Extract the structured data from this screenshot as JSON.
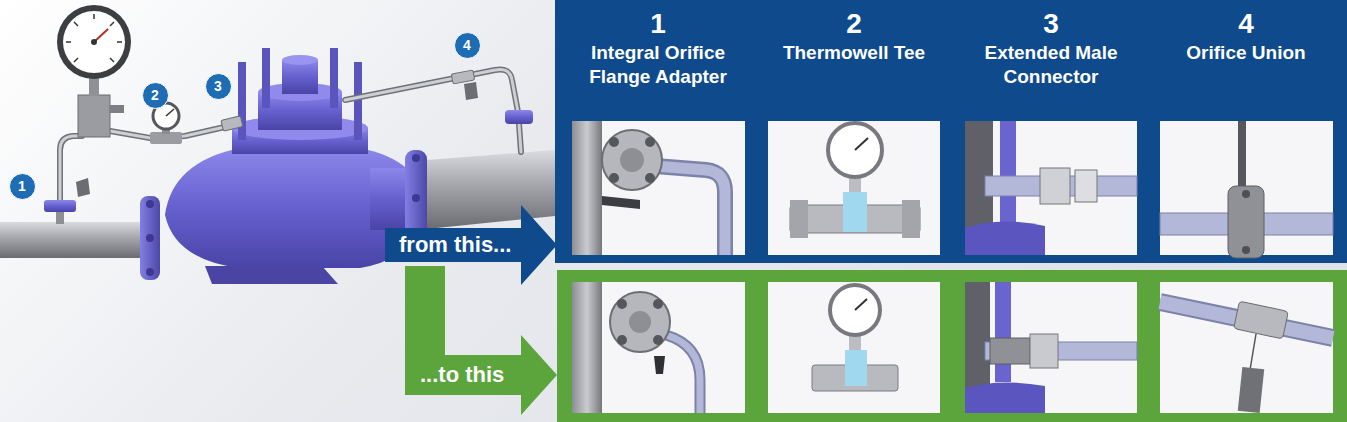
{
  "diagram": {
    "nodes": [
      {
        "text": [
          "1"
        ]
      },
      {
        "text": [
          "2"
        ]
      },
      {
        "text": [
          "3"
        ]
      },
      {
        "text": [
          "4"
        ]
      },
      {
        "text": [
          "from this..."
        ]
      },
      {
        "text": [
          "...to this"
        ]
      }
    ],
    "labels": [
      "1",
      "Integral Orifice Flange Adapter",
      "2",
      "Thermowell Tee",
      "3",
      "Extended Male Connector",
      "4",
      "Orifice Union"
    ]
  }
}
